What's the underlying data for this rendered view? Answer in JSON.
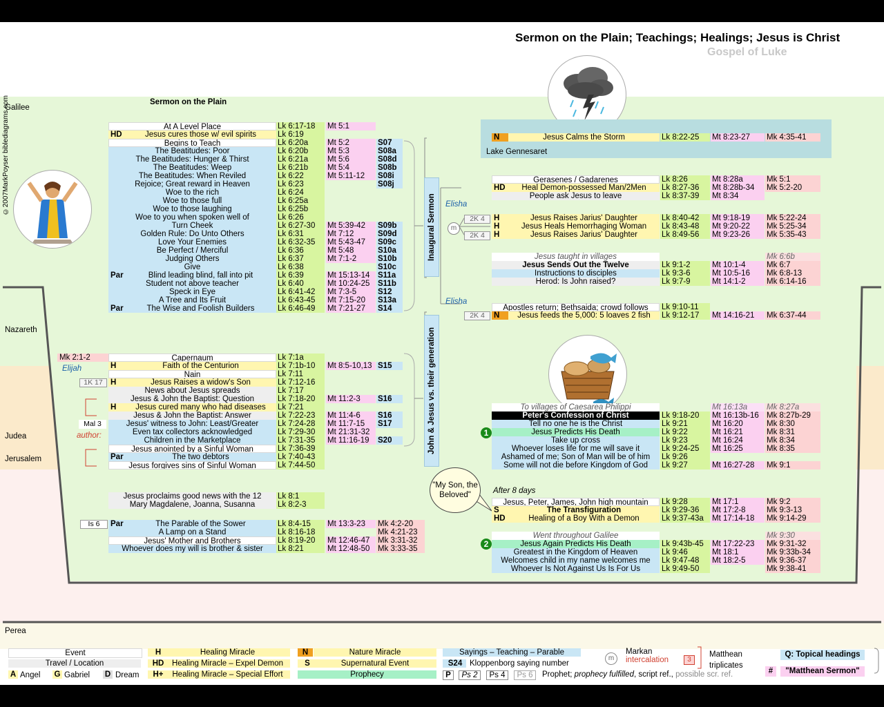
{
  "title": "Sermon on the Plain; Teachings; Healings; Jesus is Christ",
  "subtitle": "Gospel of Luke",
  "copyright": "©2007MarkPoyser biblediagrams.com",
  "regions": [
    "Galilee",
    "Nazareth",
    "Judea",
    "Jerusalem",
    "Perea"
  ],
  "sermon_heading": "Sermon on the Plain",
  "vert_inaugural": "Inaugural Sermon",
  "vert_john": "John & Jesus vs. their generation",
  "lake": "Lake Gennesaret",
  "speech": "\"My Son, the Beloved\"",
  "labels": {
    "elisha1": "Elisha",
    "elisha2": "Elisha",
    "elijah": "Elijah",
    "author": "author:",
    "after8": "After 8 days"
  },
  "refs": {
    "k1": "2K 4",
    "k2": "2K 4",
    "k3": "2K 4",
    "k4": "1K 17",
    "mal": "Mal 3",
    "is6": "Is 6",
    "mk212": "Mk 2:1-2"
  },
  "nums": {
    "n1": "1",
    "n2": "2"
  },
  "sermon": [
    {
      "t": "At A Level Place",
      "lk": "Lk 6:17-18",
      "mt": "Mt 5:1",
      "s": ""
    },
    {
      "tag": "HD",
      "t": "Jesus cures those w/ evil spirits",
      "lk": "Lk 6:19",
      "mt": "",
      "s": ""
    },
    {
      "t": "Begins to Teach",
      "lk": "Lk 6:20a",
      "mt": "Mt 5:2",
      "s": "S07"
    },
    {
      "t": "The Beatitudes: Poor",
      "lk": "Lk 6:20b",
      "mt": "Mt 5:3",
      "s": "S08a"
    },
    {
      "t": "The Beatitudes: Hunger & Thirst",
      "lk": "Lk 6:21a",
      "mt": "Mt 5:6",
      "s": "S08d"
    },
    {
      "t": "The Beatitudes: Weep",
      "lk": "Lk 6:21b",
      "mt": "Mt 5:4",
      "s": "S08b"
    },
    {
      "t": "The Beatitudes: When Reviled",
      "lk": "Lk 6:22",
      "mt": "Mt 5:11-12",
      "s": "S08i"
    },
    {
      "t": "Rejoice; Great reward in Heaven",
      "lk": "Lk 6:23",
      "mt": "",
      "s": "S08j"
    },
    {
      "t": "Woe to the rich",
      "lk": "Lk 6:24",
      "mt": "",
      "s": ""
    },
    {
      "t": "Woe to those full",
      "lk": "Lk 6:25a",
      "mt": "",
      "s": ""
    },
    {
      "t": "Woe to those laughing",
      "lk": "Lk 6:25b",
      "mt": "",
      "s": ""
    },
    {
      "t": "Woe to you when spoken well of",
      "lk": "Lk 6:26",
      "mt": "",
      "s": ""
    },
    {
      "t": "Turn Cheek",
      "lk": "Lk 6:27-30",
      "mt": "Mt 5:39-42",
      "s": "S09b"
    },
    {
      "t": "Golden Rule: Do Unto Others",
      "lk": "Lk 6:31",
      "mt": "Mt 7:12",
      "s": "S09d"
    },
    {
      "t": "Love Your Enemies",
      "lk": "Lk 6:32-35",
      "mt": "Mt 5:43-47",
      "s": "S09c"
    },
    {
      "t": "Be Perfect / Merciful",
      "lk": "Lk 6:36",
      "mt": "Mt 5:48",
      "s": "S10a"
    },
    {
      "t": "Judging Others",
      "lk": "Lk 6:37",
      "mt": "Mt 7:1-2",
      "s": "S10b"
    },
    {
      "t": "Give",
      "lk": "Lk 6:38",
      "mt": "",
      "s": "S10c"
    },
    {
      "tag": "Par",
      "t": "Blind leading blind, fall into pit",
      "lk": "Lk 6:39",
      "mt": "Mt 15:13-14",
      "s": "S11a"
    },
    {
      "t": "Student not above teacher",
      "lk": "Lk 6:40",
      "mt": "Mt 10:24-25",
      "s": "S11b"
    },
    {
      "t": "Speck in Eye",
      "lk": "Lk 6:41-42",
      "mt": "Mt 7:3-5",
      "s": "S12"
    },
    {
      "t": "A Tree and Its Fruit",
      "lk": "Lk 6:43-45",
      "mt": "Mt 7:15-20",
      "s": "S13a"
    },
    {
      "tag": "Par",
      "t": "The Wise and Foolish Builders",
      "lk": "Lk 6:46-49",
      "mt": "Mt 7:21-27",
      "s": "S14"
    }
  ],
  "capernaum": [
    {
      "t": "Capernaum",
      "lk": "Lk 7:1a",
      "mt": "",
      "s": ""
    },
    {
      "tag": "H",
      "t": "Faith of the Centurion",
      "lk": "Lk 7:1b-10",
      "mt": "Mt 8:5-10,13",
      "s": "S15"
    },
    {
      "t": "Nain",
      "lk": "Lk 7:11",
      "mt": "",
      "s": ""
    },
    {
      "tag": "H",
      "t": "Jesus Raises a widow's Son",
      "lk": "Lk 7:12-16",
      "mt": "",
      "s": ""
    },
    {
      "t": "News about Jesus spreads",
      "lk": "Lk 7:17",
      "mt": "",
      "s": ""
    },
    {
      "t": "Jesus & John the Baptist: Question",
      "lk": "Lk 7:18-20",
      "mt": "Mt 11:2-3",
      "s": "S16"
    },
    {
      "tag": "H",
      "t": "Jesus cured many who had diseases",
      "lk": "Lk 7:21",
      "mt": "",
      "s": ""
    },
    {
      "t": "Jesus & John the Baptist: Answer",
      "lk": "Lk 7:22-23",
      "mt": "Mt 11:4-6",
      "s": "S16"
    },
    {
      "t": "Jesus' witness to John: Least/Greater",
      "lk": "Lk 7:24-28",
      "mt": "Mt 11:7-15",
      "s": "S17"
    },
    {
      "t": "Even tax collectors acknowledged",
      "lk": "Lk 7:29-30",
      "mt": "Mt 21:31-32",
      "s": ""
    },
    {
      "t": "Children in the Marketplace",
      "lk": "Lk 7:31-35",
      "mt": "Mt 11:16-19",
      "s": "S20"
    },
    {
      "t": "Jesus anointed by a Sinful Woman",
      "lk": "Lk 7:36-39",
      "mt": "",
      "s": ""
    },
    {
      "tag": "Par",
      "t": "The two debtors",
      "lk": "Lk 7:40-43",
      "mt": "",
      "s": ""
    },
    {
      "t": "Jesus forgives sins of Sinful Woman",
      "lk": "Lk 7:44-50",
      "mt": "",
      "s": ""
    }
  ],
  "proclaims": [
    {
      "t": "Jesus proclaims good news with the 12",
      "lk": "Lk 8:1"
    },
    {
      "t": "Mary Magdalene, Joanna, Susanna",
      "lk": "Lk 8:2-3"
    }
  ],
  "sower": [
    {
      "tag": "Par",
      "t": "The Parable of the Sower",
      "lk": "Lk 8:4-15",
      "mt": "Mt 13:3-23",
      "mk": "Mk 4:2-20"
    },
    {
      "t": "A Lamp on a Stand",
      "lk": "Lk 8:16-18",
      "mt": "",
      "mk": "Mk 4:21-23"
    },
    {
      "t": "Jesus' Mother and Brothers",
      "lk": "Lk 8:19-20",
      "mt": "Mt 12:46-47",
      "mk": "Mk 3:31-32"
    },
    {
      "t": "Whoever does my will is brother & sister",
      "lk": "Lk 8:21",
      "mt": "Mt 12:48-50",
      "mk": "Mk 3:33-35"
    }
  ],
  "storm": {
    "tag": "N",
    "t": "Jesus Calms the Storm",
    "lk": "Lk 8:22-25",
    "mt": "Mt 8:23-27",
    "mk": "Mk 4:35-41"
  },
  "gerasenes": [
    {
      "t": "Gerasenes / Gadarenes",
      "lk": "Lk 8:26",
      "mt": "Mt 8:28a",
      "mk": "Mk 5:1"
    },
    {
      "tag": "HD",
      "t": "Heal Demon-possessed Man/2Men",
      "lk": "Lk 8:27-36",
      "mt": "Mt 8:28b-34",
      "mk": "Mk 5:2-20"
    },
    {
      "t": "People ask Jesus to leave",
      "lk": "Lk 8:37-39",
      "mt": "Mt 8:34",
      "mk": ""
    }
  ],
  "jairus": [
    {
      "tag": "H",
      "t": "Jesus Raises Jarius' Daughter",
      "lk": "Lk 8:40-42",
      "mt": "Mt 9:18-19",
      "mk": "Mk 5:22-24"
    },
    {
      "tag": "H",
      "t": "Jesus Heals Hemorrhaging Woman",
      "lk": "Lk 8:43-48",
      "mt": "Mt 9:20-22",
      "mk": "Mk 5:25-34"
    },
    {
      "tag": "H",
      "t": "Jesus Raises Jarius' Daughter",
      "lk": "Lk 8:49-56",
      "mt": "Mt 9:23-26",
      "mk": "Mk 5:35-43"
    }
  ],
  "twelve": [
    {
      "t": "Jesus taught in villages",
      "lk": "",
      "mt": "",
      "mk": "Mk 6:6b",
      "it": true
    },
    {
      "t": "Jesus Sends Out the Twelve",
      "lk": "Lk 9:1-2",
      "mt": "Mt 10:1-4",
      "mk": "Mk 6:7",
      "b": true
    },
    {
      "t": "Instructions to disciples",
      "lk": "Lk 9:3-6",
      "mt": "Mt 10:5-16",
      "mk": "Mk 6:8-13"
    },
    {
      "t": "Herod: Is John raised?",
      "lk": "Lk 9:7-9",
      "mt": "Mt 14:1-2",
      "mk": "Mk 6:14-16"
    }
  ],
  "feeds": [
    {
      "t": "Apostles return; Bethsaida; crowd follows",
      "lk": "Lk 9:10-11",
      "mt": "",
      "mk": ""
    },
    {
      "tag": "N",
      "t": "Jesus feeds the 5,000: 5 loaves 2 fish",
      "lk": "Lk 9:12-17",
      "mt": "Mt 14:16-21",
      "mk": "Mk 6:37-44"
    }
  ],
  "peter": [
    {
      "t": "To villages of Caesarea Philippi",
      "lk": "",
      "mt": "Mt 16:13a",
      "mk": "Mk 8:27a",
      "it": true
    },
    {
      "t": "Peter's Confession of Christ",
      "lk": "Lk 9:18-20",
      "mt": "Mt 16:13b-16",
      "mk": "Mk 8:27b-29",
      "conf": true
    },
    {
      "t": "Tell no one he is the Christ",
      "lk": "Lk 9:21",
      "mt": "Mt 16:20",
      "mk": "Mk 8:30"
    },
    {
      "t": "Jesus Predicts His Death",
      "lk": "Lk 9:22",
      "mt": "Mt 16:21",
      "mk": "Mk 8:31",
      "pro": true
    },
    {
      "t": "Take up cross",
      "lk": "Lk 9:23",
      "mt": "Mt 16:24",
      "mk": "Mk 8:34"
    },
    {
      "t": "Whoever loses life for me will save it",
      "lk": "Lk 9:24-25",
      "mt": "Mt 16:25",
      "mk": "Mk 8:35"
    },
    {
      "t": "Ashamed of me; Son of Man will be of him",
      "lk": "Lk 9:26",
      "mt": "",
      "mk": ""
    },
    {
      "t": "Some will not die before Kingdom of God",
      "lk": "Lk 9:27",
      "mt": "Mt 16:27-28",
      "mk": "Mk 9:1"
    }
  ],
  "transfig": [
    {
      "t": "Jesus, Peter, James, John high mountain",
      "lk": "Lk 9:28",
      "mt": "Mt 17:1",
      "mk": "Mk 9:2"
    },
    {
      "tag": "S",
      "t": "The Transfiguration",
      "lk": "Lk 9:29-36",
      "mt": "Mt 17:2-8",
      "mk": "Mk 9:3-13",
      "b": true
    },
    {
      "tag": "HD",
      "t": "Healing of a Boy With a Demon",
      "lk": "Lk 9:37-43a",
      "mt": "Mt 17:14-18",
      "mk": "Mk 9:14-29"
    }
  ],
  "galilee2": [
    {
      "t": "Went throughout Galilee",
      "lk": "",
      "mt": "",
      "mk": "Mk 9:30",
      "it": true
    },
    {
      "t": "Jesus Again Predicts His Death",
      "lk": "Lk 9:43b-45",
      "mt": "Mt 17:22-23",
      "mk": "Mk 9:31-32",
      "pro": true
    },
    {
      "t": "Greatest in the Kingdom of Heaven",
      "lk": "Lk 9:46",
      "mt": "Mt 18:1",
      "mk": "Mk 9:33b-34"
    },
    {
      "t": "Welcomes child in my name welcomes me",
      "lk": "Lk 9:47-48",
      "mt": "Mt 18:2-5",
      "mk": "Mk 9:36-37"
    },
    {
      "t": "Whoever Is Not Against Us Is For Us",
      "lk": "Lk 9:49-50",
      "mt": "",
      "mk": "Mk 9:38-41"
    }
  ],
  "legend": {
    "event": "Event",
    "travel": "Travel / Location",
    "angel": "Angel",
    "gabriel": "Gabriel",
    "dream": "Dream",
    "a": "A",
    "g": "G",
    "d": "D",
    "h": "H",
    "hd": "HD",
    "hp": "H+",
    "n": "N",
    "s": "S",
    "s24": "S24",
    "p": "P",
    "healing": "Healing Miracle",
    "expel": "Healing Miracle – Expel Demon",
    "special": "Healing Miracle – Special Effort",
    "nature": "Nature Miracle",
    "super": "Supernatural Event",
    "prophecy": "Prophecy",
    "sayings": "Sayings – Teaching – Parable",
    "kloppen": "Kloppenborg saying number",
    "ps2": "Ps 2",
    "ps4": "Ps 4",
    "ps6": "Ps 6",
    "prophet": "Prophet; ",
    "prophecy_fulfilled": "prophecy fulfilled",
    "script": ", script ref., ",
    "possible": "possible scr. ref.",
    "markan": "Markan",
    "intercalation": "intercalation",
    "m": "m",
    "matthean": "Matthean",
    "triplicates": "triplicates",
    "three": "3",
    "topical": "Q: Topical headings",
    "hash": "#",
    "msermon": "\"Matthean Sermon\""
  }
}
